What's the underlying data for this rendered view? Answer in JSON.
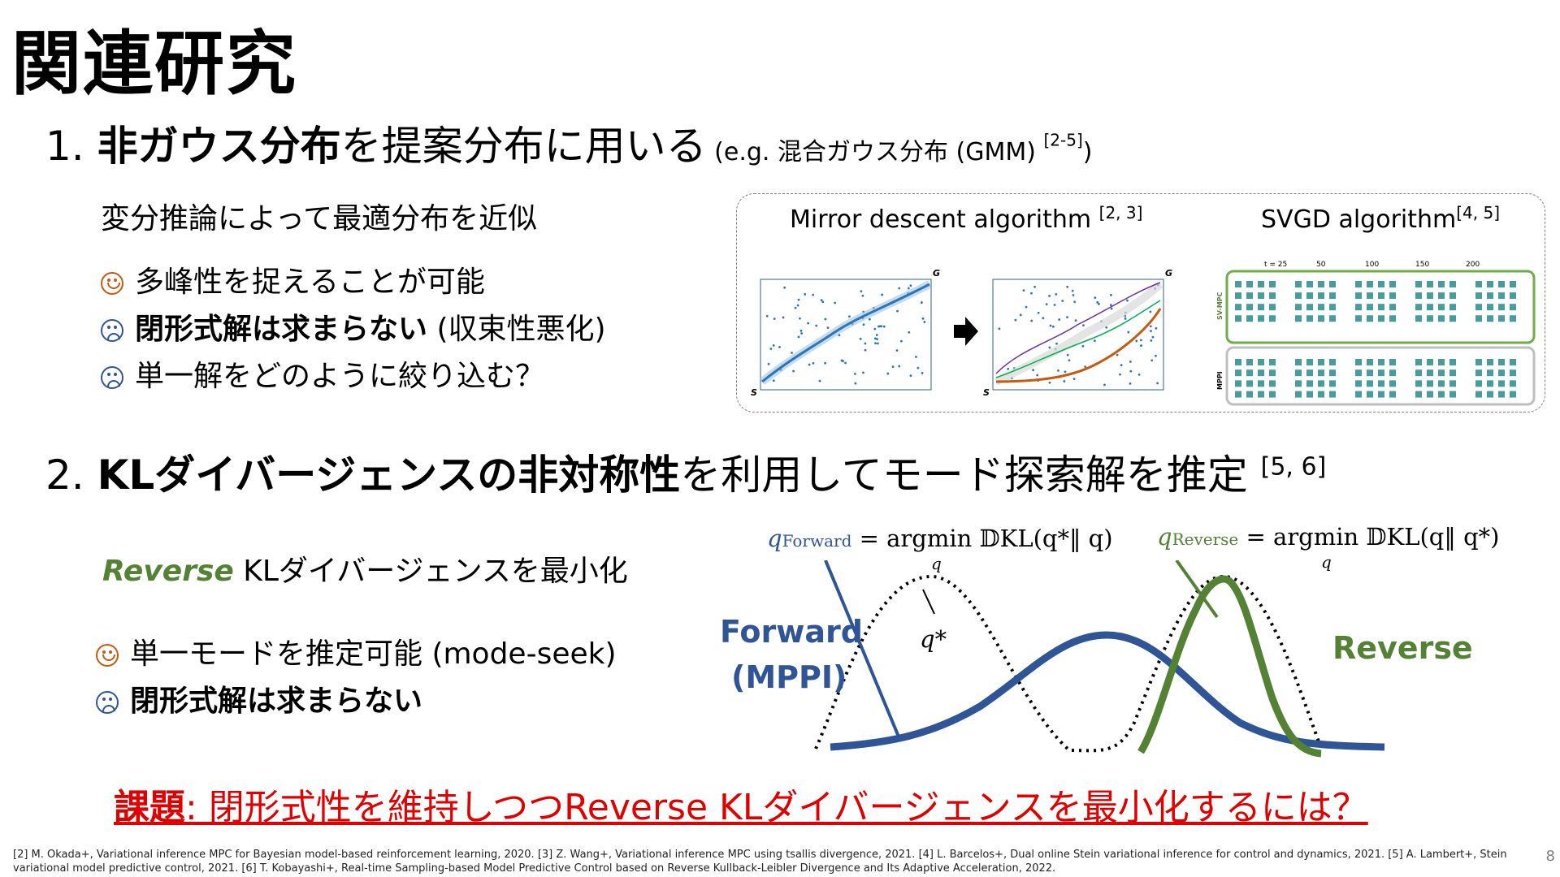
{
  "title": "関連研究",
  "item1": {
    "num": "1.",
    "bold": "非ガウス分布",
    "rest": "を提案分布に用いる",
    "eg": " (e.g. 混合ガウス分布 (GMM) ",
    "ref": "[2-5]",
    "close": ")",
    "subtitle": "変分推論によって最適分布を近似",
    "points": [
      {
        "face": "happy",
        "bold": "",
        "text": "多峰性を捉えることが可能"
      },
      {
        "face": "sad",
        "bold": "閉形式解は求まらない",
        "text": " (収束性悪化)"
      },
      {
        "face": "sad",
        "bold": "",
        "text": "単一解をどのように絞り込む？"
      }
    ]
  },
  "figure": {
    "mirror_caption": "Mirror descent algorithm ",
    "mirror_ref": "[2, 3]",
    "svgd_caption": "SVGD algorithm",
    "svgd_ref": "[4, 5]",
    "start_label": "S",
    "goal_label": "G",
    "svgd_t_labels": [
      "t = 25",
      "50",
      "100",
      "150",
      "200"
    ],
    "svgd_row_labels": [
      "SV-MPC",
      "MPPI"
    ]
  },
  "item2": {
    "num": "2.",
    "bold": "KLダイバージェンスの非対称性",
    "rest": "を利用してモード探索解を推定 ",
    "ref": "[5, 6]",
    "reverse_word": "Reverse",
    "reverse_rest": " KLダイバージェンスを最小化",
    "points": [
      {
        "face": "happy",
        "bold": "",
        "text": "単一モードを推定可能 (mode-seek)"
      },
      {
        "face": "sad",
        "bold": "閉形式解は求まらない",
        "text": ""
      }
    ]
  },
  "diagram": {
    "q_forward_sym": "q",
    "q_forward_sub": "Forward",
    "q_reverse_sym": "q",
    "q_reverse_sub": "Reverse",
    "argmin": "argmin",
    "argmin_sub": "q",
    "forward_kl": "𝔻KL(q*‖ q)",
    "reverse_kl": "𝔻KL(q‖ q*)",
    "qstar": "q*",
    "forward_label_1": "Forward",
    "forward_label_2": "(MPPI)",
    "reverse_label": "Reverse",
    "colors": {
      "forward": "#2f5597",
      "reverse": "#548235",
      "target": "#000000"
    }
  },
  "issue": {
    "bold": "課題",
    "text": ": 閉形式性を維持しつつReverse KLダイバージェンスを最小化するには？"
  },
  "references": "[2] M. Okada+, Variational inference MPC for Bayesian model-based reinforcement learning, 2020. [3] Z. Wang+, Variational inference MPC using tsallis divergence, 2021.  [4] L. Barcelos+, Dual online Stein variational inference for control and dynamics, 2021. [5] A. Lambert+, Stein variational model predictive control, 2021.  [6] T. Kobayashi+, Real-time Sampling-based Model Predictive Control based on Reverse Kullback-Leibler Divergence and Its Adaptive Acceleration, 2022.",
  "page_number": "8"
}
